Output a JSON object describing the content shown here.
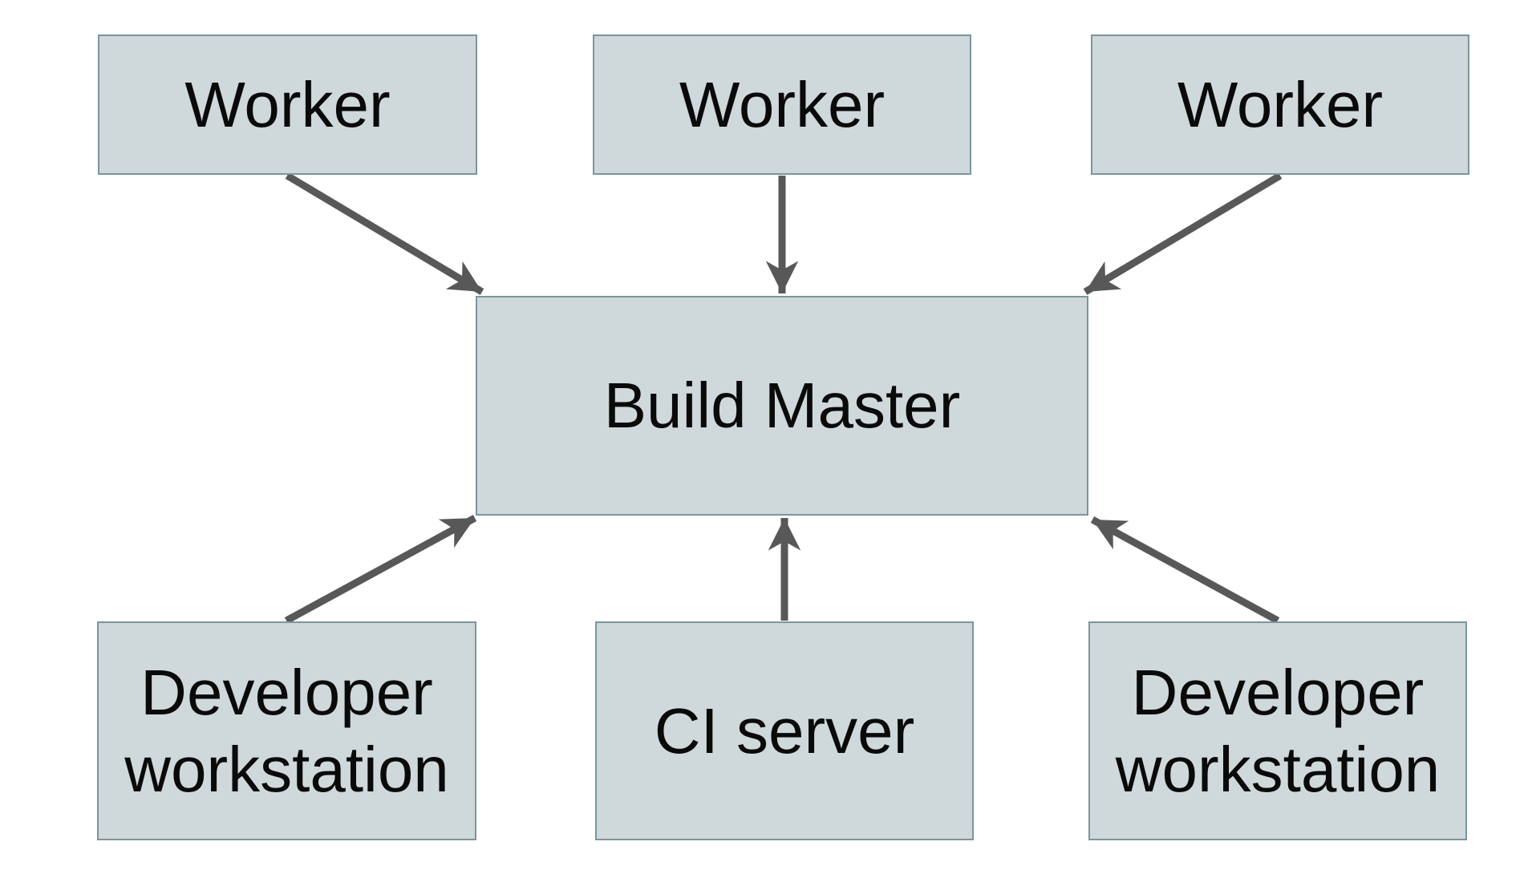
{
  "diagram": {
    "type": "architecture-diagram",
    "colors": {
      "node_fill": "#cfd8da",
      "node_border": "#7b95a0",
      "arrow": "#585858",
      "text": "#0a0a0a",
      "background": "#ffffff"
    },
    "nodes": [
      {
        "id": "worker-1",
        "label": "Worker"
      },
      {
        "id": "worker-2",
        "label": "Worker"
      },
      {
        "id": "worker-3",
        "label": "Worker"
      },
      {
        "id": "build-master",
        "label": "Build Master"
      },
      {
        "id": "developer-workstation-left",
        "label": "Developer workstation"
      },
      {
        "id": "ci-server",
        "label": "CI server"
      },
      {
        "id": "developer-workstation-right",
        "label": "Developer workstation"
      }
    ],
    "edges": [
      {
        "from": "worker-1",
        "to": "build-master"
      },
      {
        "from": "worker-2",
        "to": "build-master"
      },
      {
        "from": "worker-3",
        "to": "build-master"
      },
      {
        "from": "developer-workstation-left",
        "to": "build-master"
      },
      {
        "from": "ci-server",
        "to": "build-master"
      },
      {
        "from": "developer-workstation-right",
        "to": "build-master"
      }
    ]
  }
}
